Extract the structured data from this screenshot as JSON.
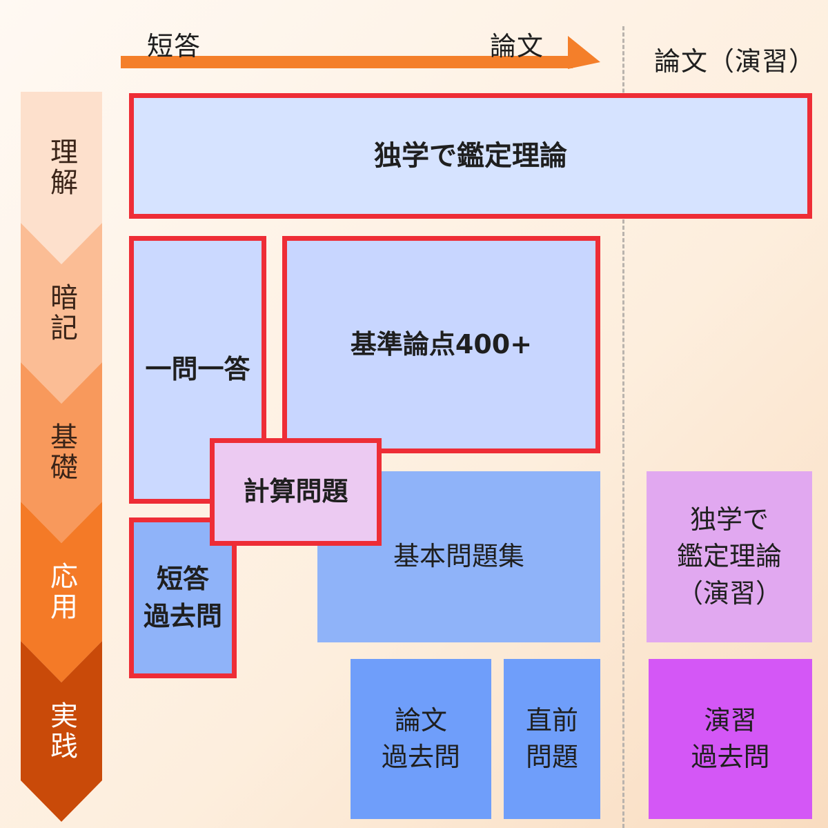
{
  "axis": {
    "short_answer": "短答",
    "essay": "論文",
    "essay_practice": "論文（演習）"
  },
  "stages": [
    "理解",
    "暗記",
    "基礎",
    "応用",
    "実践"
  ],
  "boxes": {
    "dokugaku": "独学で鑑定理論",
    "ichimon": "一問一答",
    "kijun": "基準論点400+",
    "keisan": "計算問題",
    "kihon": "基本問題集",
    "tantou_kakomon": "短答\n過去問",
    "ronbun_kakomon": "論文\n過去問",
    "chokuzen": "直前\n問題",
    "dokugaku_enshu": "独学で\n鑑定理論\n（演習）",
    "enshu_kakomon": "演習\n過去問"
  },
  "colors": {
    "highlight_border": "#ee2d36",
    "axis_arrow": "#f47f2a",
    "stage_1": "#fde0cc",
    "stage_2": "#fbbd95",
    "stage_3": "#f8995c",
    "stage_4": "#f47a27",
    "stage_5": "#c94a09"
  }
}
